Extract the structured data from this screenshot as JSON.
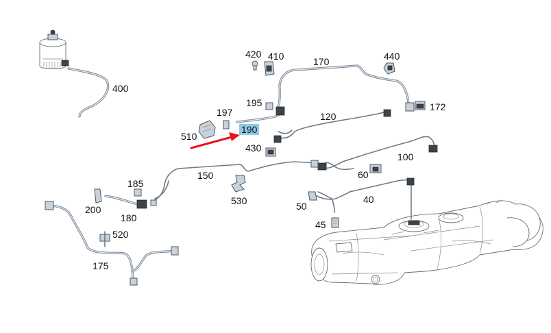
{
  "labels": {
    "l400": "400",
    "l420": "420",
    "l410": "410",
    "l170": "170",
    "l440": "440",
    "l172": "172",
    "l195": "195",
    "l197": "197",
    "l120": "120",
    "l190": "190",
    "l510": "510",
    "l430": "430",
    "l100": "100",
    "l185": "185",
    "l150": "150",
    "l60": "60",
    "l40": "40",
    "l200": "200",
    "l530": "530",
    "l50": "50",
    "l180": "180",
    "l45": "45",
    "l520": "520",
    "l175": "175"
  },
  "highlight_color": "#8ecae6",
  "arrow_color": "#e8141c"
}
